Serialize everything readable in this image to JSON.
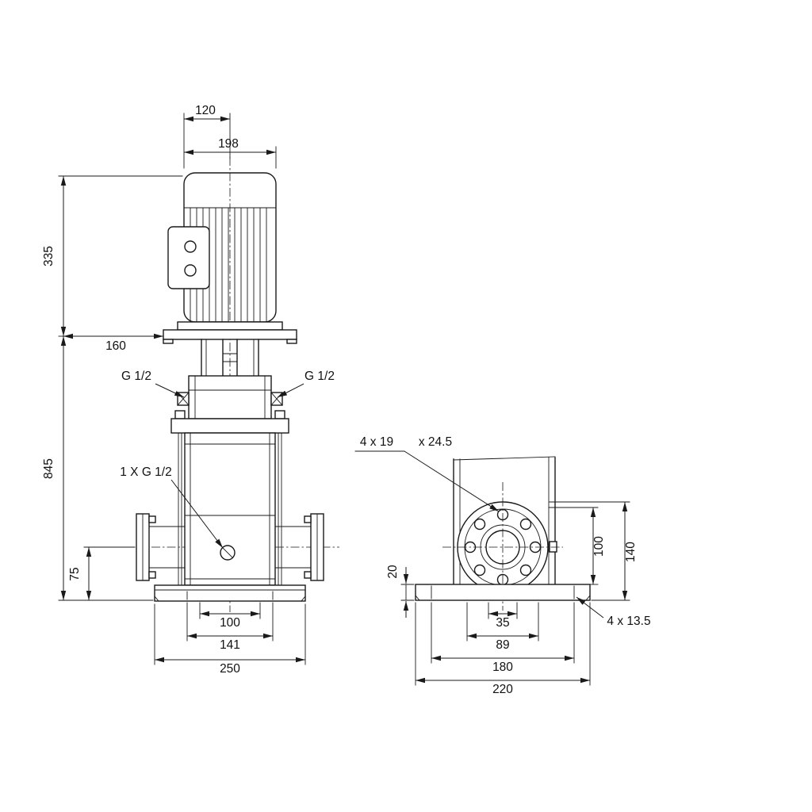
{
  "colors": {
    "ink": "#1a1a1a",
    "background": "#ffffff"
  },
  "front_view": {
    "dim_motor_depth": "120",
    "dim_motor_width": "198",
    "dim_motor_height": "335",
    "dim_coupling_clearance": "160",
    "dim_total_height": "845",
    "label_port_left": "G 1/2",
    "label_port_right": "G 1/2",
    "label_drain_port": "1 X G 1/2",
    "dim_port_height": "75",
    "dim_base_inner_width": "100",
    "dim_base_bolt_spacing": "141",
    "dim_base_width": "250"
  },
  "side_view": {
    "label_flange_holes": "4 x 19",
    "label_flange_counterbore": "x 24.5",
    "dim_base_thickness": "20",
    "dim_flange_center_height": "100",
    "dim_flange_top_height": "140",
    "dim_bolt_spacing_inner": "35",
    "dim_bolt_spacing_outer": "89",
    "dim_base_bolt_spacing": "180",
    "dim_base_depth": "220",
    "label_base_holes": "4 x 13.5"
  }
}
